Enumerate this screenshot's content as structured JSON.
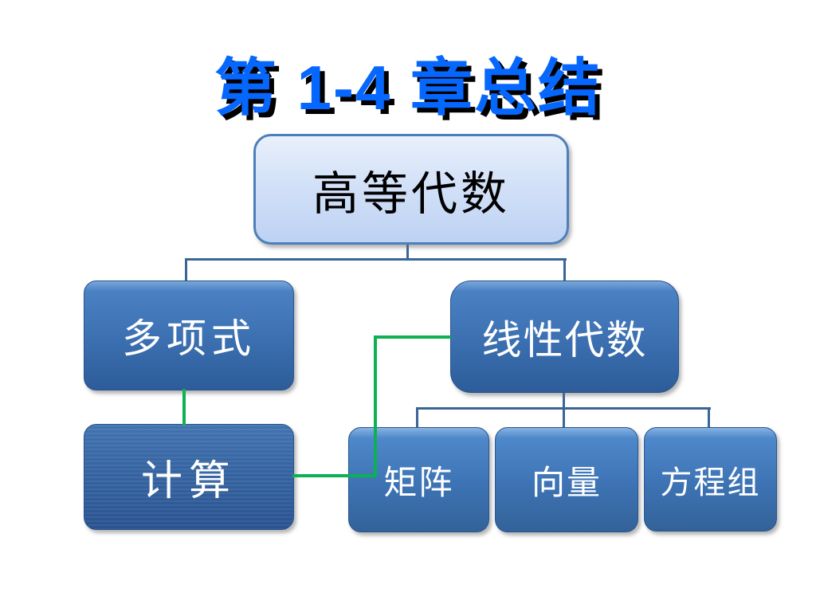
{
  "slide": {
    "title": "第 1-4 章总结",
    "background_color": "#FFFFFF",
    "title_color": "#0667FF",
    "title_shadow_color": "#000000"
  },
  "tree": {
    "root": {
      "label": "高等代数",
      "fill_top": "#E9F0FC",
      "fill_bottom": "#BDD2F3",
      "border": "#4D7FBA",
      "text_color": "#000000"
    },
    "children": [
      {
        "label": "多项式",
        "children": [
          {
            "label": "计算"
          }
        ]
      },
      {
        "label": "线性代数",
        "children": [
          {
            "label": "矩阵"
          },
          {
            "label": "向量"
          },
          {
            "label": "方程组"
          }
        ]
      }
    ],
    "node_fill_top": "#4A81C3",
    "node_fill_bottom": "#2D5C99",
    "node_text_color": "#FFFFFF",
    "connector_blue_color": "#3A6697",
    "connector_green_color": "#0DB153",
    "cross_link": {
      "from": "计算",
      "to": "线性代数",
      "color": "#0DB153"
    }
  }
}
